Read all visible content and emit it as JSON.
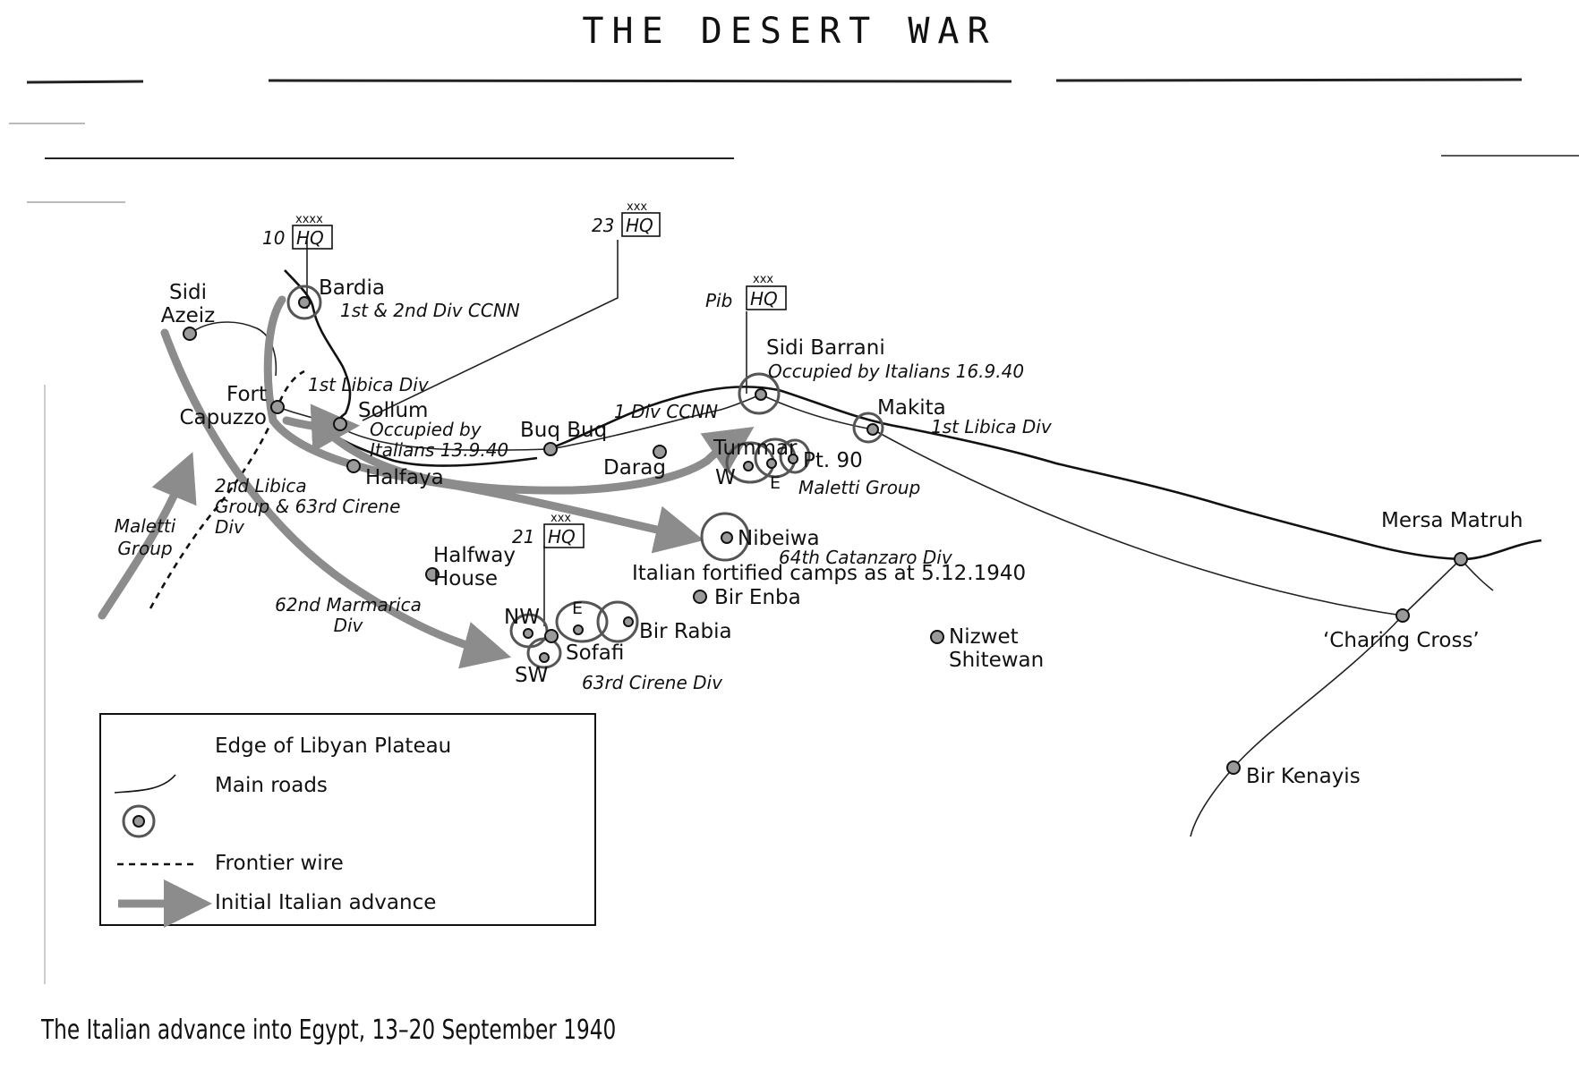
{
  "header": {
    "title": "THE DESERT WAR"
  },
  "caption": "The Italian advance into Egypt, 13–20 September 1940",
  "hq_markers": [
    {
      "echelon": "xxxx",
      "label": "HQ",
      "unit": "10"
    },
    {
      "echelon": "xxx",
      "label": "HQ",
      "unit": "23"
    },
    {
      "echelon": "xxx",
      "label": "HQ",
      "unit": "Pib"
    },
    {
      "echelon": "xxx",
      "label": "HQ",
      "unit": "21"
    }
  ],
  "places": {
    "sidi_azeiz": "Sidi\nAzeiz",
    "bardia": "Bardia",
    "fort_capuzzo": "Fort\nCapuzzo",
    "sollum": "Sollum",
    "halfaya": "Halfaya",
    "buq_buq": "Buq Buq",
    "darag": "Darag",
    "tummar": "Tummar",
    "tummar_w": "W",
    "tummar_e": "E",
    "pt90": "Pt. 90",
    "sidi_barrani": "Sidi Barrani",
    "makita": "Makita",
    "mersa_matruh": "Mersa Matruh",
    "charing_cross": "‘Charing Cross’",
    "bir_kenayis": "Bir Kenayis",
    "nibeiwa": "Nibeiwa",
    "bir_enba": "Bir Enba",
    "bir_rabia": "Bir Rabia",
    "sofafi": "Sofafi",
    "sofafi_nw": "NW",
    "sofafi_e": "E",
    "sofafi_sw": "SW",
    "nizwet_shitewan": "Nizwet\nShitewan",
    "halfway_house": "Halfway\nHouse"
  },
  "units": {
    "ccnn_1_2": "1st & 2nd Div CCNN",
    "libica_1_west": "1st Libica Div",
    "sollum_occupied": "Occupied by\nItalians 13.9.40",
    "ccnn_1": "1 Div CCNN",
    "sidi_barrani_occupied": "Occupied by Italians 16.9.40",
    "libica_1_east": "1st Libica Div",
    "maletti_group_east": "Maletti Group",
    "catanzaro_64": "64th Catanzaro Div",
    "fortified_camps": "Italian fortified camps as at 5.12.1940",
    "cirene_63": "63rd Cirene Div",
    "libica_2_cirene": "2nd Libica\nGroup & 63rd Cirene\nDiv",
    "marmarica_62": "62nd Marmarica\nDiv",
    "maletti_group_west": "Maletti\nGroup"
  },
  "legend": {
    "items": [
      {
        "symbol": "plateau-edge",
        "label": "Edge of Libyan Plateau"
      },
      {
        "symbol": "main-road",
        "label": "Main roads"
      },
      {
        "symbol": "fortified-camp",
        "label": ""
      },
      {
        "symbol": "frontier-wire",
        "label": "Frontier wire"
      },
      {
        "symbol": "advance-arrow",
        "label": "Initial Italian advance"
      }
    ]
  },
  "colors": {
    "ink": "#111111",
    "advance_arrow": "#8c8c8c",
    "site_dot": "#9a9a9a",
    "paper": "#ffffff"
  }
}
